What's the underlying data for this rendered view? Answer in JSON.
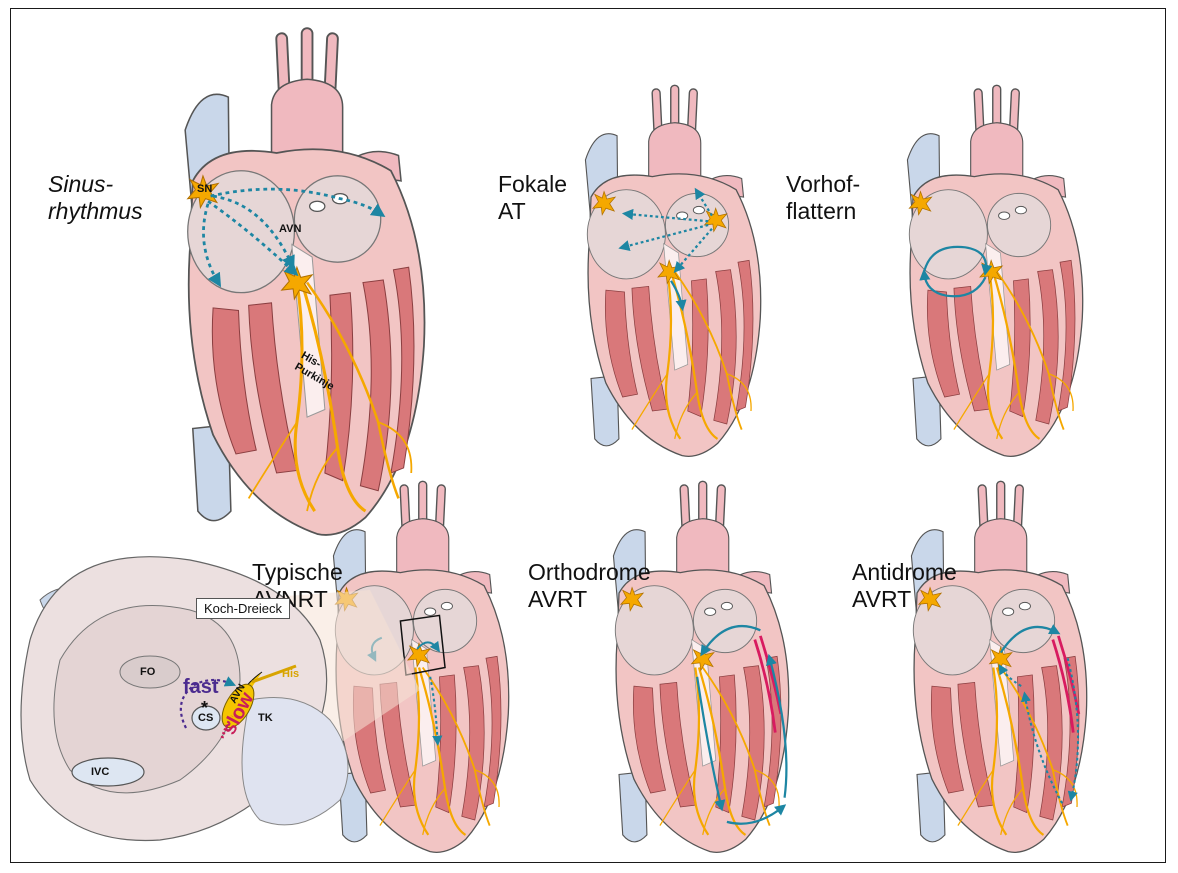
{
  "panels": [
    {
      "id": "sinus",
      "lines": [
        "Sinus-",
        "rhythmus"
      ],
      "italic": true
    },
    {
      "id": "fokale",
      "lines": [
        "Fokale",
        "AT"
      ]
    },
    {
      "id": "vorhof",
      "lines": [
        "Vorhof-",
        "flattern"
      ]
    },
    {
      "id": "avnrt",
      "lines": [
        "Typische",
        "AVNRT"
      ]
    },
    {
      "id": "ortho",
      "lines": [
        "Orthodrome",
        "AVRT"
      ]
    },
    {
      "id": "anti",
      "lines": [
        "Antidrome",
        "AVRT"
      ]
    }
  ],
  "heart_labels": {
    "sn": "SN",
    "avn": "AVN",
    "his_purkinje": [
      "His-",
      "Purkinje"
    ]
  },
  "koch": {
    "title": "Koch-Dreieck",
    "fo": "FO",
    "ivc": "IVC",
    "cs": "CS",
    "avn": "AVN",
    "tk": "TK",
    "his": "His",
    "fast": "fast",
    "slow": "slow",
    "asterisk": "*"
  },
  "colors": {
    "myocardium": "#f2c5c4",
    "ventricle_muscle": "#d9787a",
    "atrium": "#e6d6d6",
    "vessel_blue": "#c9d7ea",
    "aorta": "#f0b9bf",
    "conduction": "#f5a800",
    "pathway_arrow": "#1d86a3",
    "accessory_pathway": "#d81b60",
    "fast_pathway": "#4b2b8f",
    "slow_pathway": "#c81e5a"
  }
}
